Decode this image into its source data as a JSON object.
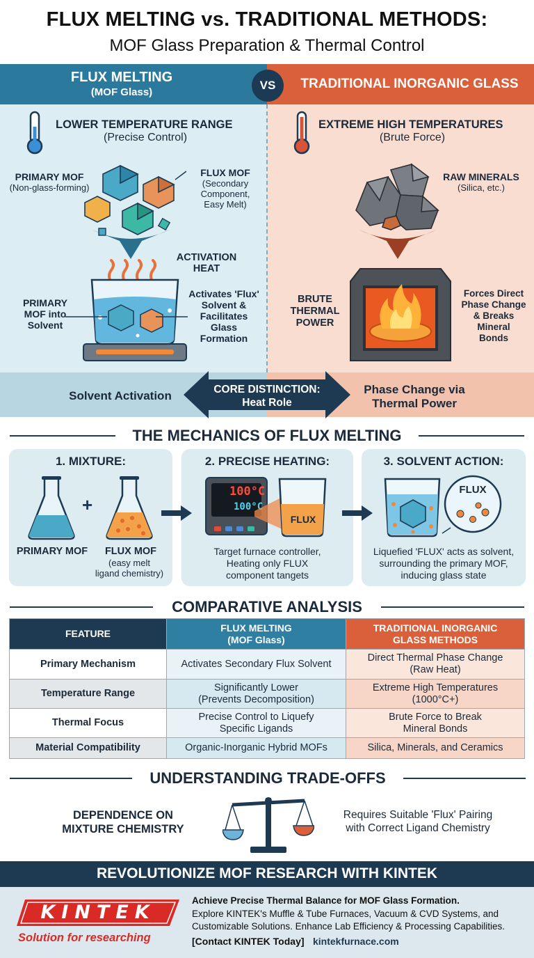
{
  "header": {
    "title": "FLUX MELTING vs. TRADITIONAL METHODS:",
    "subtitle": "MOF Glass Preparation & Thermal Control"
  },
  "comparison": {
    "left_title": "FLUX MELTING",
    "left_title_sub": "(MOF Glass)",
    "vs": "VS",
    "right_title": "TRADITIONAL INORGANIC GLASS",
    "left_temp_title": "LOWER TEMPERATURE RANGE",
    "left_temp_sub": "(Precise Control)",
    "right_temp_title": "EXTREME HIGH TEMPERATURES",
    "right_temp_sub": "(Brute Force)",
    "primary_mof_label": "PRIMARY MOF",
    "primary_mof_sub": "(Non-glass-forming)",
    "flux_mof_label": "FLUX MOF",
    "flux_mof_sub_1": "(Secondary",
    "flux_mof_sub_2": "Component,",
    "flux_mof_sub_3": "Easy Melt)",
    "activation_heat_1": "ACTIVATION",
    "activation_heat_2": "HEAT",
    "primary_into_solvent_1": "PRIMARY",
    "primary_into_solvent_2": "MOF into",
    "primary_into_solvent_3": "Solvent",
    "activates_1": "Activates 'Flux'",
    "activates_2": "Solvent &",
    "activates_3": "Facilitates",
    "activates_4": "Glass",
    "activates_5": "Formation",
    "raw_minerals": "RAW MINERALS",
    "raw_minerals_sub": "(Silica, etc.)",
    "brute_1": "BRUTE",
    "brute_2": "THERMAL",
    "brute_3": "POWER",
    "forces_1": "Forces Direct",
    "forces_2": "Phase Change",
    "forces_3": "& Breaks",
    "forces_4": "Mineral",
    "forces_5": "Bonds"
  },
  "distinction": {
    "left": "Solvent Activation",
    "center_1": "CORE DISTINCTION:",
    "center_2": "Heat Role",
    "right_1": "Phase Change via",
    "right_2": "Thermal Power"
  },
  "mechanics": {
    "title": "THE MECHANICS OF FLUX MELTING",
    "step1_title": "1. MIXTURE:",
    "step1_primary": "PRIMARY MOF",
    "step1_flux": "FLUX MOF",
    "step1_flux_sub_1": "(easy melt",
    "step1_flux_sub_2": "ligand chemistry)",
    "step2_title": "2. PRECISE HEATING:",
    "step2_display_1": "100°C",
    "step2_display_2": "100°C",
    "step2_beaker_label": "FLUX",
    "step2_desc_1": "Target furnace controller,",
    "step2_desc_2": "Heating only FLUX",
    "step2_desc_3": "component tangets",
    "step3_title": "3. SOLVENT ACTION:",
    "step3_bubble": "FLUX",
    "step3_desc_1": "Liquefied 'FLUX' acts as solvent,",
    "step3_desc_2": "surrounding the primary MOF,",
    "step3_desc_3": "inducing glass state"
  },
  "analysis": {
    "title": "COMPARATIVE ANALYSIS",
    "headers": {
      "feature": "FEATURE",
      "flux_1": "FLUX MELTING",
      "flux_2": "(MOF Glass)",
      "trad_1": "TRADITIONAL INORGANIC",
      "trad_2": "GLASS METHODS"
    },
    "rows": [
      {
        "feature": "Primary Mechanism",
        "flux_1": "Activates Secondary Flux Solvent",
        "flux_2": "",
        "trad_1": "Direct Thermal Phase Change",
        "trad_2": "(Raw Heat)"
      },
      {
        "feature": "Temperature Range",
        "flux_1": "Significantly Lower",
        "flux_2": "(Prevents Decomposition)",
        "trad_1": "Extreme High Temperatures",
        "trad_2": "(1000°C+)"
      },
      {
        "feature": "Thermal Focus",
        "flux_1": "Precise Control to Liquefy",
        "flux_2": "Specific Ligands",
        "trad_1": "Brute Force to Break",
        "trad_2": "Mineral Bonds"
      },
      {
        "feature": "Material Compatibility",
        "flux_1": "Organic-Inorganic Hybrid MOFs",
        "flux_2": "",
        "trad_1": "Silica, Minerals, and Ceramics",
        "trad_2": ""
      }
    ]
  },
  "tradeoffs": {
    "title": "UNDERSTANDING TRADE-OFFS",
    "left_1": "DEPENDENCE ON",
    "left_2": "MIXTURE CHEMISTRY",
    "right_1": "Requires Suitable 'Flux' Pairing",
    "right_2": "with Correct Ligand Chemistry"
  },
  "footer": {
    "title": "REVOLUTIONIZE MOF RESEARCH WITH KINTEK",
    "brand": "KINTEK",
    "tagline": "Solution for researching",
    "line1": "Achieve Precise Thermal Balance for MOF Glass Formation.",
    "line2": "Explore KINTEK's Muffle & Tube Furnaces, Vacuum & CVD Systems, and",
    "line3": "Customizable Solutions. Enhance Lab Efficiency & Processing Capabilities.",
    "contact": "[Contact KINTEK Today]",
    "url": "kintekfurnace.com"
  },
  "colors": {
    "navy": "#1e3a52",
    "flux_blue": "#2b7a9d",
    "traditional_orange": "#d9603a"
  }
}
